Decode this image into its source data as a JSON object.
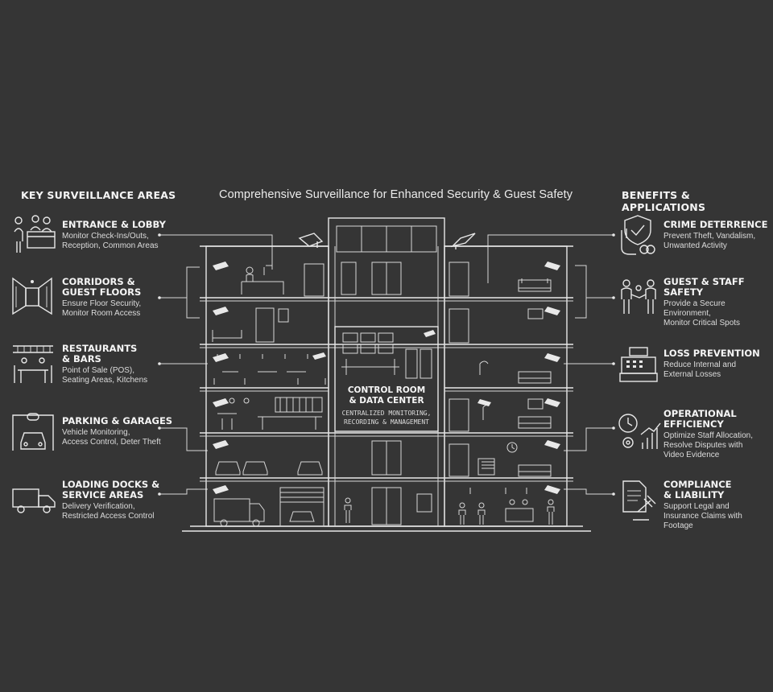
{
  "header": {
    "left_title": "KEY SURVEILLANCE AREAS",
    "center_title": "Comprehensive Surveillance for Enhanced Security & Guest Safety",
    "right_title": "BENEFITS & APPLICATIONS"
  },
  "areas": [
    {
      "title": "ENTRANCE & LOBBY",
      "desc": "Monitor Check-Ins/Outs,\nReception, Common Areas",
      "icon": "reception-icon"
    },
    {
      "title": "CORRIDORS &\nGUEST FLOORS",
      "desc": "Ensure Floor Security,\nMonitor Room Access",
      "icon": "corridor-icon"
    },
    {
      "title": "RESTAURANTS\n& BARS",
      "desc": "Point of Sale (POS),\nSeating Areas, Kitchens",
      "icon": "restaurant-icon"
    },
    {
      "title": "PARKING & GARAGES",
      "desc": "Vehicle Monitoring,\nAccess Control, Deter Theft",
      "icon": "parking-icon"
    },
    {
      "title": "LOADING DOCKS &\nSERVICE AREAS",
      "desc": "Delivery Verification,\nRestricted Access Control",
      "icon": "truck-icon"
    }
  ],
  "benefits": [
    {
      "title": "CRIME DETERRENCE",
      "desc": "Prevent Theft, Vandalism,\nUnwanted Activity",
      "icon": "shield-hand-icon"
    },
    {
      "title": "GUEST & STAFF SAFETY",
      "desc": "Provide a Secure\nEnvironment,\nMonitor Critical Spots",
      "icon": "people-icon"
    },
    {
      "title": "LOSS PREVENTION",
      "desc": "Reduce Internal and\nExternal Losses",
      "icon": "cash-register-icon"
    },
    {
      "title": "OPERATIONAL\nEFFICIENCY",
      "desc": "Optimize Staff Allocation,\nResolve Disputes with\nVideo Evidence",
      "icon": "gears-icon"
    },
    {
      "title": "COMPLIANCE\n& LIABILITY",
      "desc": "Support Legal and\nInsurance Claims with\nFootage",
      "icon": "gavel-document-icon"
    }
  ],
  "control_room": {
    "title": "CONTROL ROOM\n& DATA CENTER",
    "subtitle": "CENTRALIZED MONITORING,\nRECORDING & MANAGEMENT"
  },
  "colors": {
    "background": "#353535",
    "line": "#e8e8e8",
    "text": "#f2f2f2"
  }
}
